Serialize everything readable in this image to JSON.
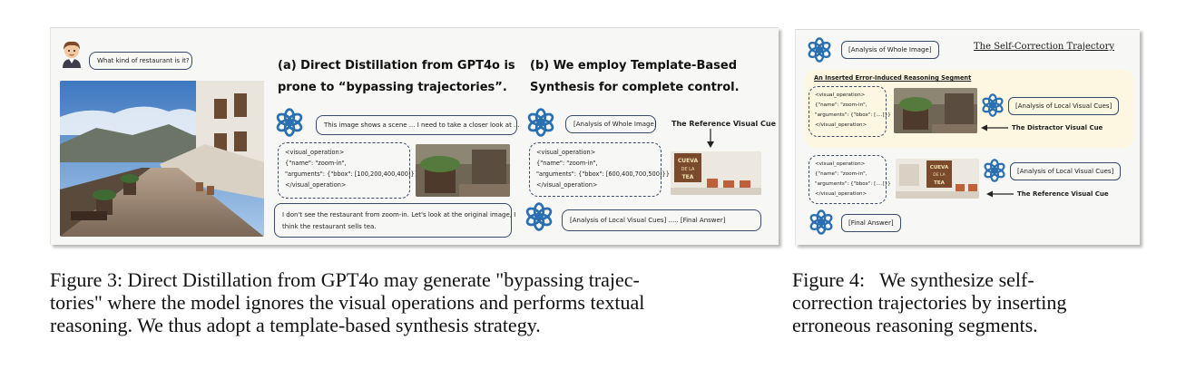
{
  "figure3": {
    "question": "What kind of restaurant is it?",
    "heading_a": [
      "(a) Direct Distillation from GPT4o is",
      "prone to “bypassing trajectories”."
    ],
    "heading_b": [
      "(b) We employ Template-Based",
      "Synthesis for complete control."
    ],
    "model_reply": "This image shows a scene ... I need to take a closer look at ...",
    "op_a": [
      "<visual_operation>",
      "{\"name\": \"zoom-in\",",
      "\"arguments\": {\"bbox\": [100,200,400,400]}}",
      "</visual_operation>"
    ],
    "conclusion": [
      "I don't see the restaurant from zoom-in. Let's look at the original image, I",
      "think the restaurant sells tea."
    ],
    "analysis_whole": "[Analysis of Whole Image]",
    "op_b": [
      "<visual_operation>",
      "{\"name\": \"zoom-in\",",
      "\"arguments\": {\"bbox\": [600,400,700,500]}}",
      "</visual_operation>"
    ],
    "reference_cue": "The Reference Visual Cue",
    "analysis_local_final": "[Analysis of Local Visual Cues] ..... [Final Answer]",
    "sign_text": [
      "CUEVA",
      "DE LA",
      "TEA"
    ]
  },
  "figure4": {
    "analysis_whole": "[Analysis of Whole Image]",
    "title": "The Self-Correction Trajectory",
    "error_segment_title": "An Inserted Error-Induced Reasoning Segment",
    "op_1": [
      "<visual_operation>",
      "{\"name\": \"zoom-in\",",
      "\"arguments\": {\"bbox\": [....]}}",
      "</visual_operation>"
    ],
    "analysis_local_1": "[Analysis of Local Visual Cues]",
    "distractor_cue": "The Distractor Visual Cue",
    "op_2": [
      "<visual_operation>",
      "{\"name\": \"zoom-in\",",
      "\"arguments\": {\"bbox\": [....]}}",
      "</visual_operation>"
    ],
    "analysis_local_2": "[Analysis of Local Visual Cues]",
    "reference_cue": "The Reference Visual Cue",
    "final_answer": "[Final Answer]",
    "sign_text": [
      "CUEVA",
      "DE LA",
      "TEA"
    ]
  },
  "captions": {
    "fig3": [
      "Figure 3: Direct Distillation from GPT4o may generate \"bypassing trajec-",
      "tories\" where the model ignores the visual operations and performs textual",
      "reasoning. We thus adopt a template-based synthesis strategy."
    ],
    "fig4": [
      "Figure 4:   We synthesize self-",
      "correction trajectories by inserting",
      "erroneous reasoning segments."
    ]
  },
  "colors": {
    "accent_blue": "#2a6fb0",
    "bubble_border": "#3a4a6a",
    "highlight": "#fdf6e0"
  }
}
